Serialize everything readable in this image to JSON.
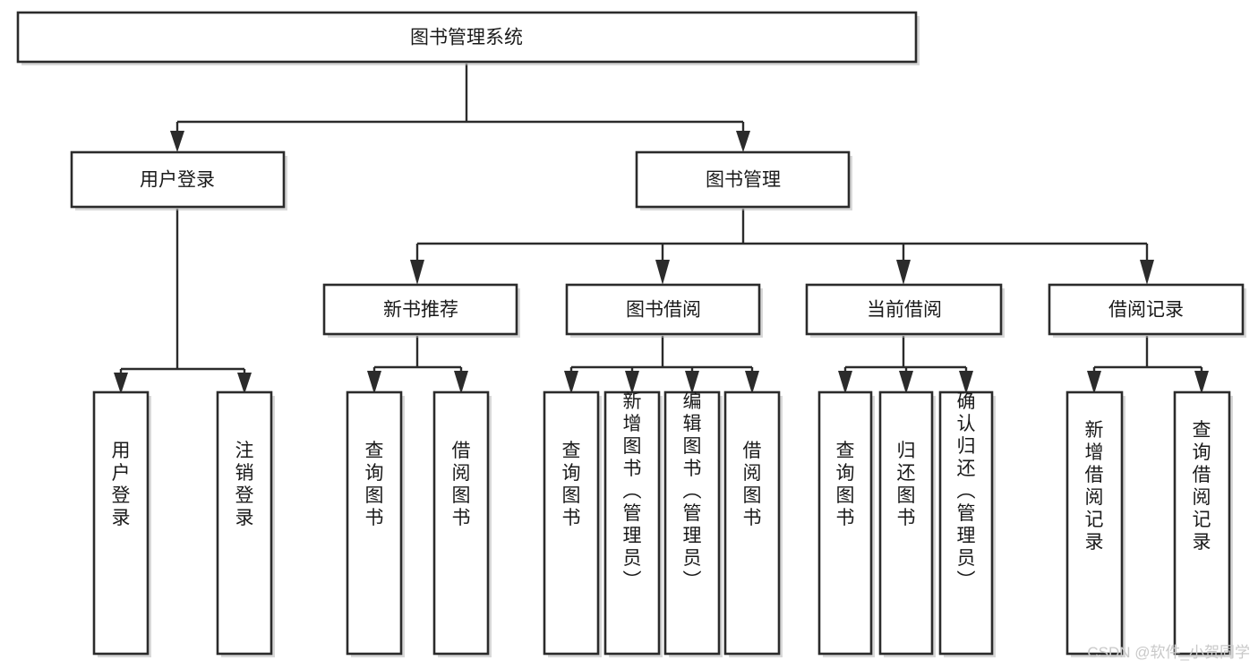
{
  "diagram": {
    "title": "图书管理系统",
    "type": "tree",
    "orientation": "top-down",
    "root": {
      "id": "root",
      "label": "图书管理系统"
    },
    "level2": [
      {
        "id": "user-login",
        "label": "用户登录"
      },
      {
        "id": "book-manage",
        "label": "图书管理"
      }
    ],
    "level3": [
      {
        "id": "new-book-recommend",
        "label": "新书推荐",
        "parent": "book-manage"
      },
      {
        "id": "book-borrow",
        "label": "图书借阅",
        "parent": "book-manage"
      },
      {
        "id": "current-borrow",
        "label": "当前借阅",
        "parent": "book-manage"
      },
      {
        "id": "borrow-record",
        "label": "借阅记录",
        "parent": "book-manage"
      }
    ],
    "leaves": [
      {
        "id": "leaf-user-login",
        "label": "用户登录",
        "parent": "user-login"
      },
      {
        "id": "leaf-logout-login",
        "label": "注销登录",
        "parent": "user-login"
      },
      {
        "id": "leaf-query-book-1",
        "label": "查询图书",
        "parent": "new-book-recommend"
      },
      {
        "id": "leaf-borrow-book-1",
        "label": "借阅图书",
        "parent": "new-book-recommend"
      },
      {
        "id": "leaf-query-book-2",
        "label": "查询图书",
        "parent": "book-borrow"
      },
      {
        "id": "leaf-add-book",
        "label": "新增图书（管理员）",
        "parent": "book-borrow"
      },
      {
        "id": "leaf-edit-book",
        "label": "编辑图书（管理员）",
        "parent": "book-borrow"
      },
      {
        "id": "leaf-borrow-book-2",
        "label": "借阅图书",
        "parent": "book-borrow"
      },
      {
        "id": "leaf-query-book-3",
        "label": "查询图书",
        "parent": "current-borrow"
      },
      {
        "id": "leaf-return-book",
        "label": "归还图书",
        "parent": "current-borrow"
      },
      {
        "id": "leaf-confirm-return",
        "label": "确认归还（管理员）",
        "parent": "current-borrow"
      },
      {
        "id": "leaf-add-record",
        "label": "新增借阅记录",
        "parent": "borrow-record"
      },
      {
        "id": "leaf-query-record",
        "label": "查询借阅记录",
        "parent": "borrow-record"
      }
    ],
    "watermark": "CSDN @软件_小贺同学",
    "colors": {
      "node_fill": "#ffffff",
      "node_stroke": "#2b2b2b",
      "edge": "#2b2b2b",
      "label": "#1a1a1a",
      "watermark": "#c9c9c9",
      "background": "#ffffff"
    }
  }
}
